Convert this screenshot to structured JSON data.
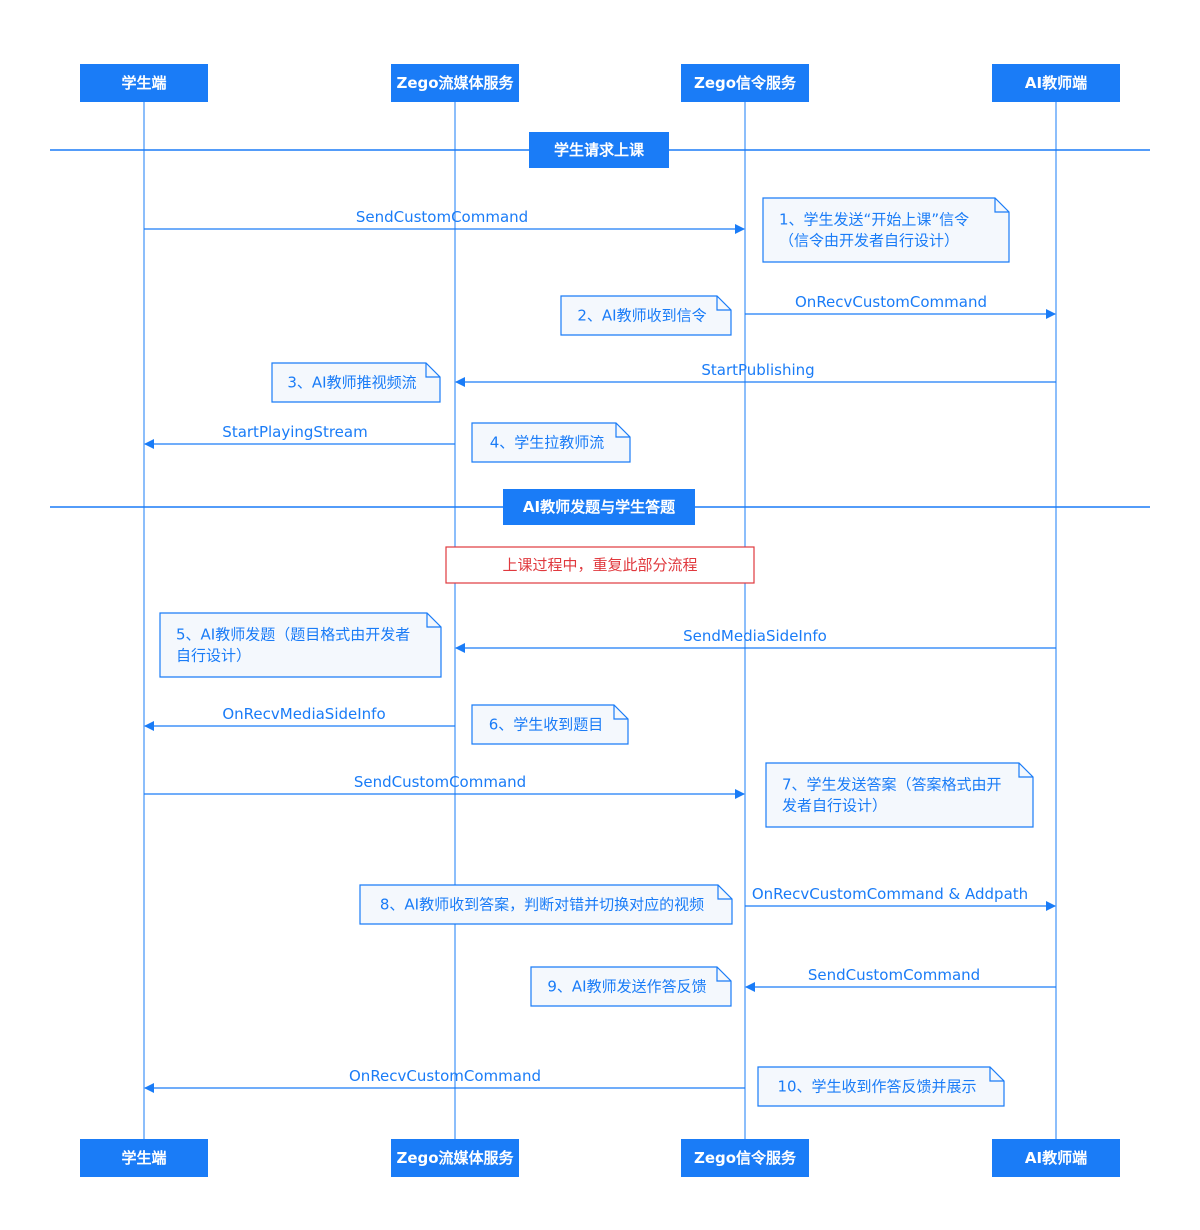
{
  "colors": {
    "primary": "#1a7cf7",
    "note_fill": "#f4f8fd",
    "highlight": "#e0393e",
    "white": "#ffffff"
  },
  "participants": [
    {
      "id": "student",
      "label": "学生端"
    },
    {
      "id": "media",
      "label": "Zego流媒体服务"
    },
    {
      "id": "signal",
      "label": "Zego信令服务"
    },
    {
      "id": "teacher",
      "label": "AI教师端"
    }
  ],
  "sections": [
    {
      "label": "学生请求上课"
    },
    {
      "label": "AI教师发题与学生答题"
    }
  ],
  "loop_note": {
    "label": "上课过程中，重复此部分流程"
  },
  "messages": [
    {
      "label": "SendCustomCommand"
    },
    {
      "label": "OnRecvCustomCommand"
    },
    {
      "label": "StartPublishing"
    },
    {
      "label": "StartPlayingStream"
    },
    {
      "label": "SendMediaSideInfo"
    },
    {
      "label": "OnRecvMediaSideInfo"
    },
    {
      "label": "SendCustomCommand"
    },
    {
      "label": "OnRecvCustomCommand & Addpath"
    },
    {
      "label": "SendCustomCommand"
    },
    {
      "label": "OnRecvCustomCommand"
    }
  ],
  "notes": [
    {
      "lines": [
        "1、学生发送“开始上课”信令",
        "（信令由开发者自行设计）"
      ]
    },
    {
      "lines": [
        "2、AI教师收到信令"
      ]
    },
    {
      "lines": [
        "3、AI教师推视频流"
      ]
    },
    {
      "lines": [
        "4、学生拉教师流"
      ]
    },
    {
      "lines": [
        "5、AI教师发题（题目格式由开发者",
        "自行设计）"
      ]
    },
    {
      "lines": [
        "6、学生收到题目"
      ]
    },
    {
      "lines": [
        "7、学生发送答案（答案格式由开",
        "发者自行设计）"
      ]
    },
    {
      "lines": [
        "8、AI教师收到答案，判断对错并切换对应的视频"
      ]
    },
    {
      "lines": [
        "9、AI教师发送作答反馈"
      ]
    },
    {
      "lines": [
        "10、学生收到作答反馈并展示"
      ]
    }
  ]
}
